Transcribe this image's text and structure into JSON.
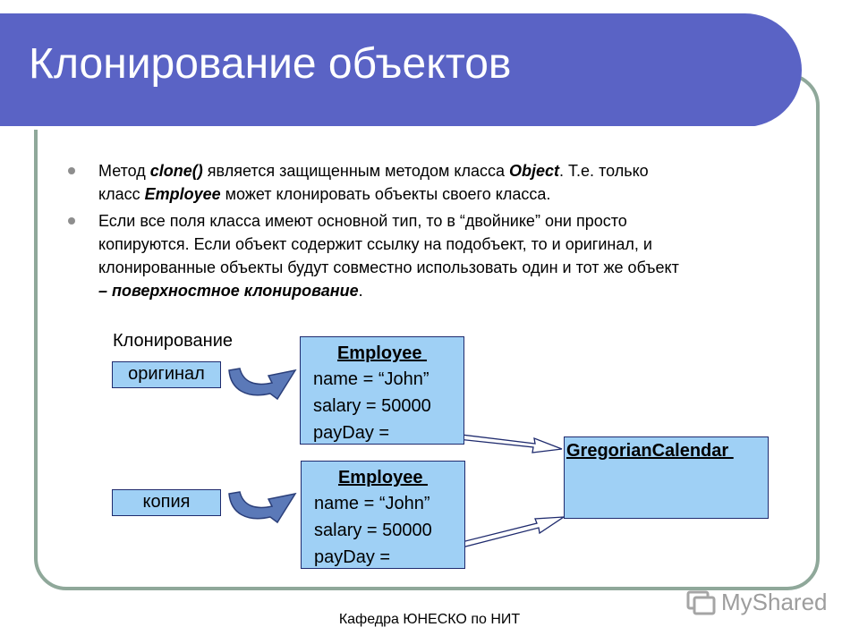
{
  "slide": {
    "title": "Клонирование объектов",
    "bullets": [
      {
        "lines": [
          [
            {
              "text": "Метод ",
              "style": "normal"
            },
            {
              "text": "clone()",
              "style": "bold-italic"
            },
            {
              "text": " является защищенным методом класса ",
              "style": "normal"
            },
            {
              "text": "Object",
              "style": "bold-italic"
            },
            {
              "text": ". Т.е. только",
              "style": "normal"
            }
          ],
          [
            {
              "text": "класс ",
              "style": "normal"
            },
            {
              "text": "Employee",
              "style": "bold-italic"
            },
            {
              "text": " может клонировать объекты своего класса.",
              "style": "normal"
            }
          ]
        ]
      },
      {
        "lines": [
          [
            {
              "text": "Если все поля класса имеют основной тип, то в “двойнике” они просто",
              "style": "normal"
            }
          ],
          [
            {
              "text": "копируются. Если объект содержит ссылку на подобъект, то и оригинал, и",
              "style": "normal"
            }
          ],
          [
            {
              "text": "клонированные объекты будут совместно использовать один и тот же объект",
              "style": "normal"
            }
          ],
          [
            {
              "text": "– поверхностное клонирование",
              "style": "bold-italic"
            },
            {
              "text": ".",
              "style": "normal"
            }
          ]
        ]
      }
    ],
    "diagram": {
      "caption": "Клонирование",
      "original_label": "оригинал",
      "copy_label": "копия",
      "employee_original": {
        "header": "Employee ",
        "rows": [
          "name = “John”",
          "salary = 50000",
          "payDay ="
        ]
      },
      "employee_copy": {
        "header": "Employee ",
        "rows": [
          "name = “John”",
          "salary = 50000",
          "payDay ="
        ]
      },
      "calendar": {
        "header": "GregorianCalendar "
      }
    },
    "footer": "Кафедра ЮНЕСКО по НИТ",
    "watermark": "MyShared"
  },
  "colors": {
    "title_bar": "#5a63c5",
    "frame_border": "#8fa89a",
    "box_fill": "#9fd0f5",
    "box_border": "#1f2b6e"
  }
}
